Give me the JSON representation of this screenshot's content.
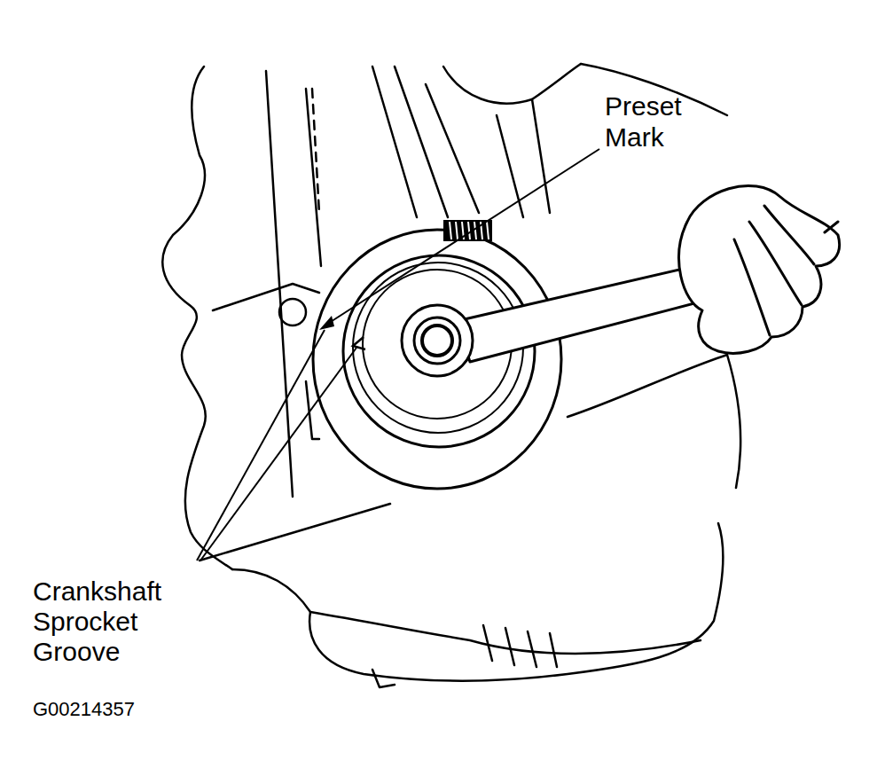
{
  "diagram": {
    "labels": [
      "Preset Mark",
      "Crankshaft Sprocket Groove",
      "G00214357"
    ]
  }
}
